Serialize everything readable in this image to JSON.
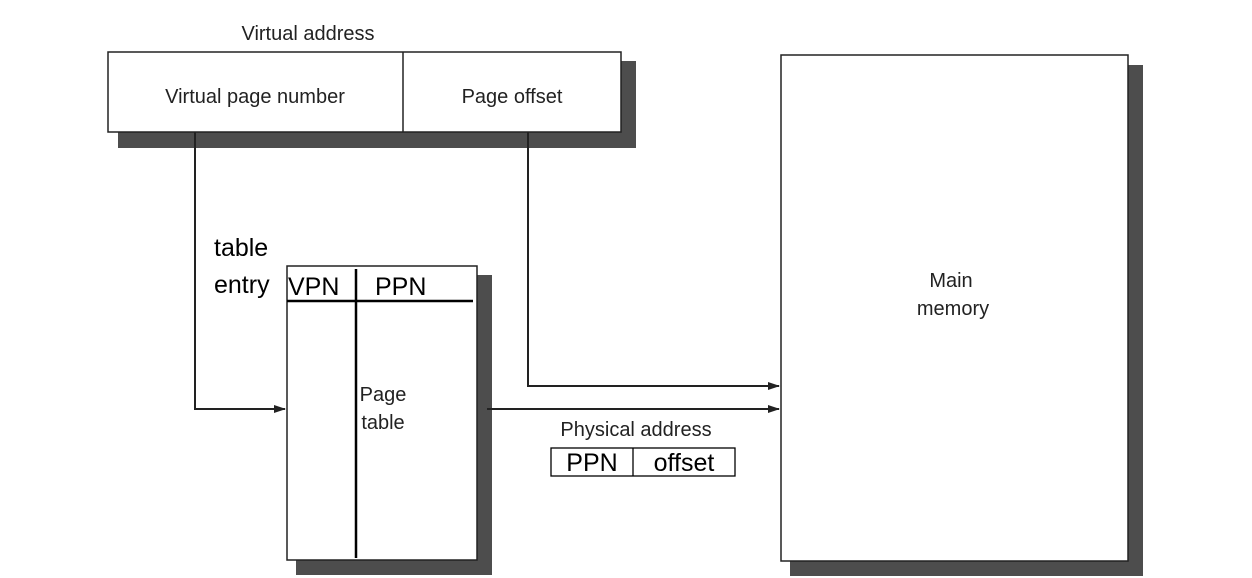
{
  "virtual_address": {
    "title": "Virtual address",
    "vpn_field": "Virtual page number",
    "offset_field": "Page offset"
  },
  "page_table": {
    "entry_label_line1": "table",
    "entry_label_line2": "entry",
    "col_vpn": "VPN",
    "col_ppn": "PPN",
    "label_line1": "Page",
    "label_line2": "table"
  },
  "physical_address": {
    "title": "Physical address",
    "ppn_field": "PPN",
    "offset_field": "offset"
  },
  "main_memory": {
    "label_line1": "Main",
    "label_line2": "memory"
  },
  "colors": {
    "shadow": "#4d4d4d",
    "line": "#222222",
    "background": "#ffffff"
  }
}
